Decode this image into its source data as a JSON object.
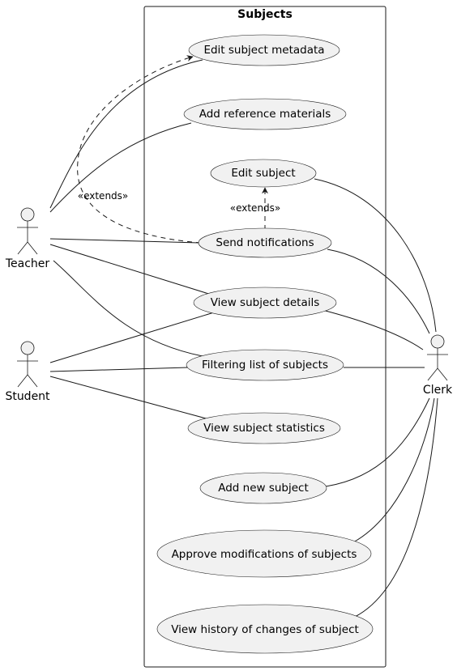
{
  "diagram": {
    "title": "Subjects",
    "actors": {
      "teacher": "Teacher",
      "student": "Student",
      "clerk": "Clerk"
    },
    "use_cases": {
      "edit_metadata": "Edit subject metadata",
      "add_reference": "Add reference materials",
      "edit_subject": "Edit subject",
      "send_notifications": "Send notifications",
      "view_details": "View subject details",
      "filtering": "Filtering list of subjects",
      "view_statistics": "View subject statistics",
      "add_new": "Add new subject",
      "approve_mods": "Approve modifications of subjects",
      "view_history": "View history of changes of subject"
    },
    "stereotypes": {
      "extends_left": "«extends»",
      "extends_right": "«extends»"
    }
  }
}
